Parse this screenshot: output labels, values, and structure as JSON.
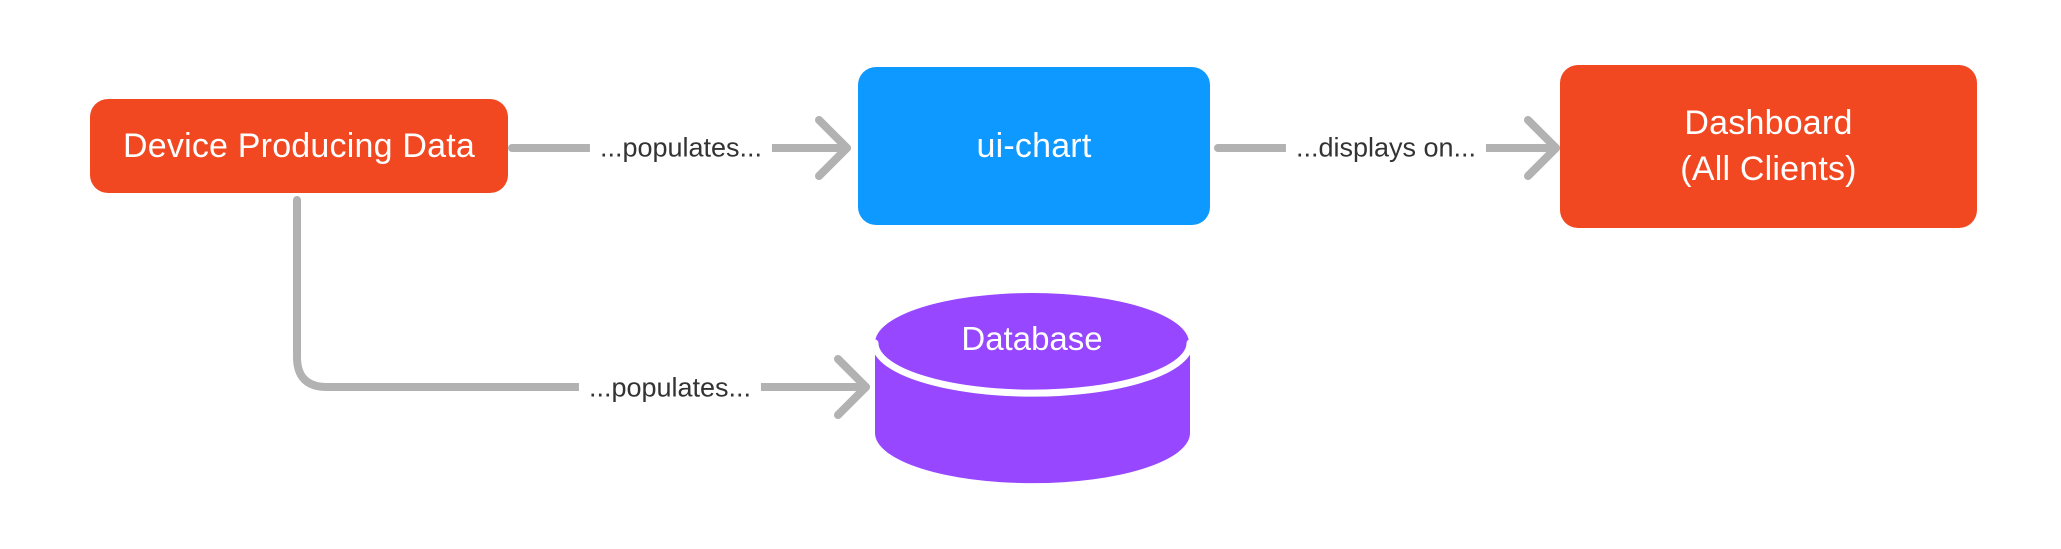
{
  "diagram": {
    "background": "#FFFFFF",
    "connector_color": "#B2B2B2",
    "edge_label_color": "#333333",
    "nodes": {
      "device": {
        "label": "Device Producing Data",
        "shape": "rounded-rectangle",
        "color": "#F24822",
        "text_color": "#FFFFFF"
      },
      "ui_chart": {
        "label": "ui-chart",
        "shape": "rounded-rectangle",
        "color": "#0D99FF",
        "text_color": "#FFFFFF"
      },
      "dashboard": {
        "label_line1": "Dashboard",
        "label_line2": "(All Clients)",
        "shape": "rounded-rectangle",
        "color": "#F24822",
        "text_color": "#FFFFFF"
      },
      "database": {
        "label": "Database",
        "shape": "cylinder",
        "color": "#9747FF",
        "text_color": "#FFFFFF"
      }
    },
    "edges": [
      {
        "from": "device",
        "to": "ui_chart",
        "label": "...populates...",
        "style": "straight-arrow"
      },
      {
        "from": "ui_chart",
        "to": "dashboard",
        "label": "...displays on...",
        "style": "straight-arrow"
      },
      {
        "from": "device",
        "to": "database",
        "label": "...populates...",
        "style": "elbow-arrow"
      }
    ]
  }
}
